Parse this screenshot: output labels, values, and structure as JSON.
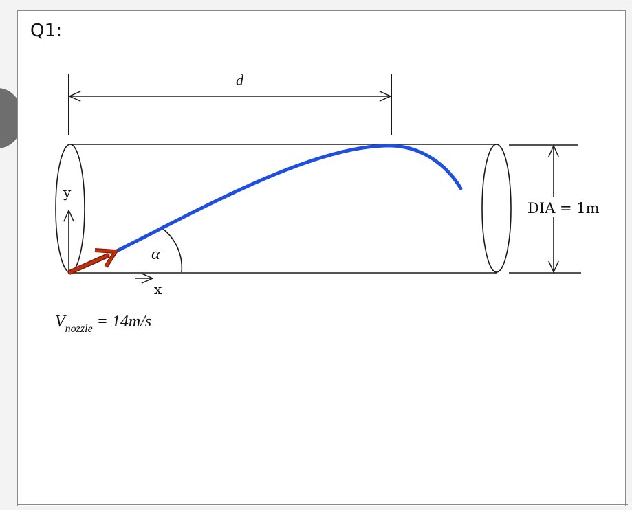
{
  "question": {
    "label": "Q1:"
  },
  "diagram": {
    "distance_label": "d",
    "y_axis_label": "y",
    "x_axis_label": "x",
    "angle_label": "α",
    "diameter_label": "DIA = 1m",
    "velocity_symbol": "V",
    "velocity_subscript": "nozzle",
    "velocity_value": "= 14m/s"
  },
  "colors": {
    "trajectory": "#1f4fe0",
    "nozzle_arrow": "#c0300f",
    "lines": "#1a1a1a",
    "side_tab": "#6e6e6e"
  }
}
